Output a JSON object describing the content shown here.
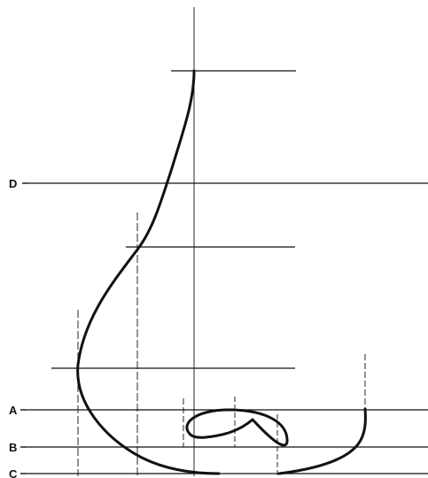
{
  "labels": {
    "D": "D",
    "A": "A",
    "B": "B",
    "C": "C"
  },
  "colors": {
    "line": "#111111",
    "background": "#ffffff"
  }
}
